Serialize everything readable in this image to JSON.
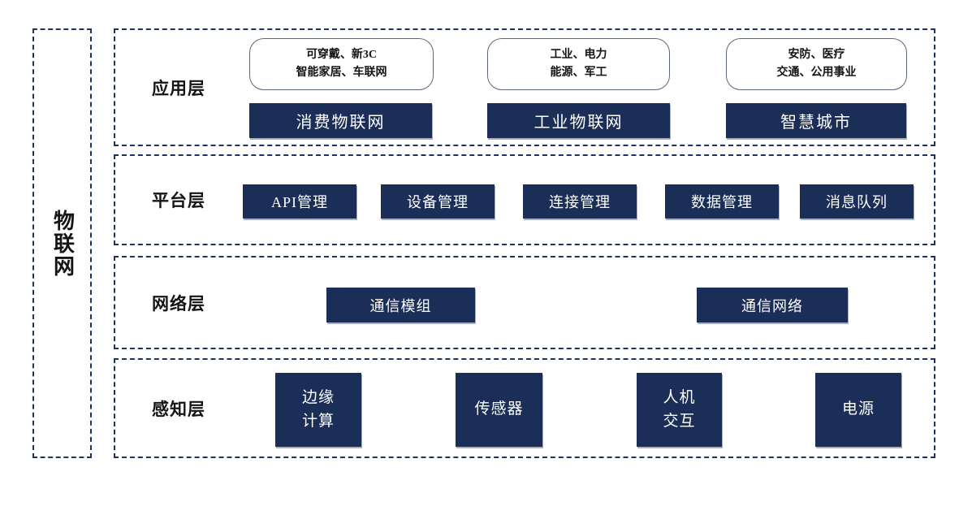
{
  "diagram": {
    "root": {
      "title": "物联网"
    },
    "layers": {
      "application": {
        "label": "应用层",
        "bubbles": {
          "consumer": "可穿戴、新3C\n智能家居、车联网",
          "industrial": "工业、电力\n能源、军工",
          "city": "安防、医疗\n交通、公用事业"
        },
        "boxes": {
          "consumer_iot": "消费物联网",
          "industrial_iot": "工业物联网",
          "smart_city": "智慧城市"
        }
      },
      "platform": {
        "label": "平台层",
        "boxes": {
          "api": "API管理",
          "device": "设备管理",
          "connection": "连接管理",
          "data": "数据管理",
          "message_queue": "消息队列"
        }
      },
      "network": {
        "label": "网络层",
        "boxes": {
          "comm_module": "通信模组",
          "comm_network": "通信网络"
        }
      },
      "perception": {
        "label": "感知层",
        "boxes": {
          "edge_computing": "边缘\n计算",
          "sensor": "传感器",
          "hmi": "人机\n交互",
          "power": "电源"
        }
      }
    },
    "colors": {
      "box_fill": "#1b2e58",
      "dashed_border": "#1d3461",
      "bubble_border": "#5c6878",
      "box_text": "#ffffff",
      "label_text": "#141414",
      "background": "#ffffff"
    }
  }
}
